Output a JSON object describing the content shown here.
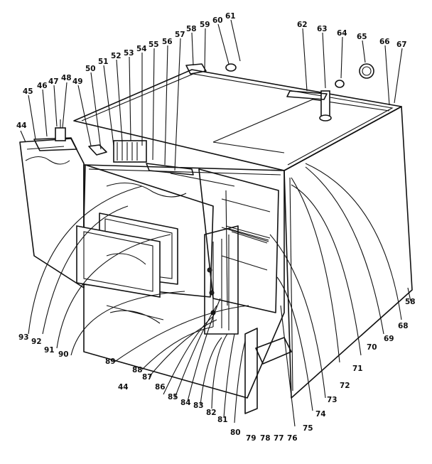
{
  "diagram": {
    "title": "",
    "callouts": [
      "44",
      "45",
      "46",
      "47",
      "48",
      "49",
      "50",
      "51",
      "52",
      "53",
      "54",
      "55",
      "56",
      "57",
      "58",
      "59",
      "60",
      "61",
      "62",
      "63",
      "64",
      "65",
      "66",
      "67",
      "68",
      "69",
      "70",
      "71",
      "72",
      "73",
      "74",
      "75",
      "76",
      "77",
      "78",
      "79",
      "80",
      "81",
      "82",
      "83",
      "84",
      "85",
      "86",
      "87",
      "88",
      "89",
      "90",
      "91",
      "92",
      "93",
      "44",
      "58"
    ]
  }
}
